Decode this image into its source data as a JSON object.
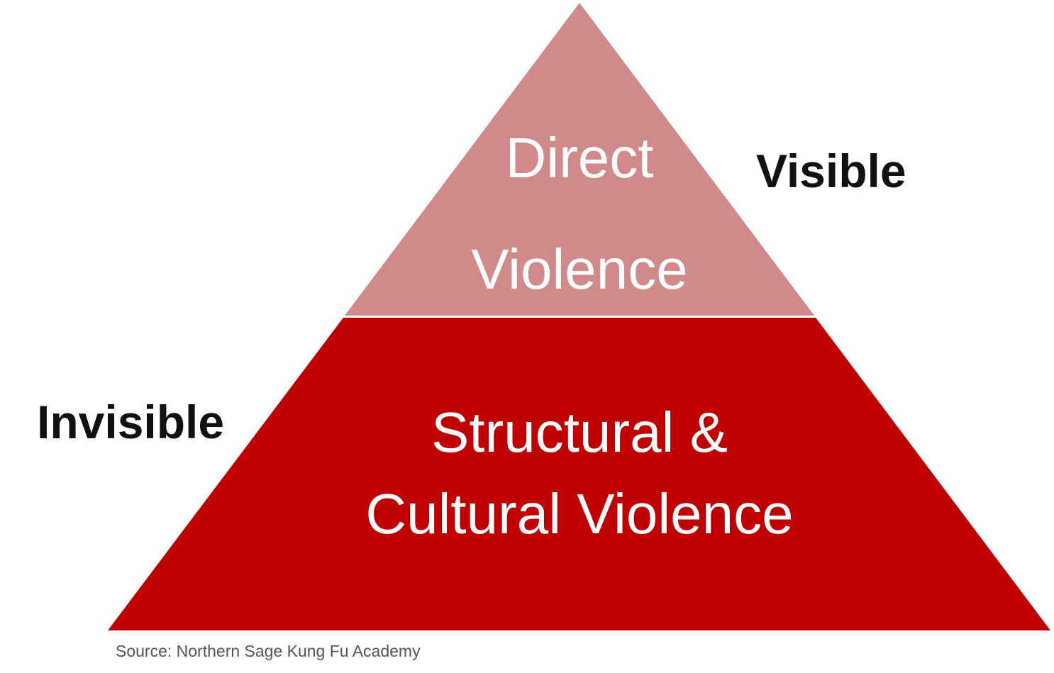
{
  "pyramid": {
    "top_tier": {
      "line1": "Direct",
      "line2": "Violence",
      "color": "#d08a8a"
    },
    "bottom_tier": {
      "line1": "Structural &",
      "line2": "Cultural Violence",
      "color": "#c00000"
    }
  },
  "labels": {
    "visible": "Visible",
    "invisible": "Invisible"
  },
  "source": "Source: Northern Sage Kung Fu Academy"
}
